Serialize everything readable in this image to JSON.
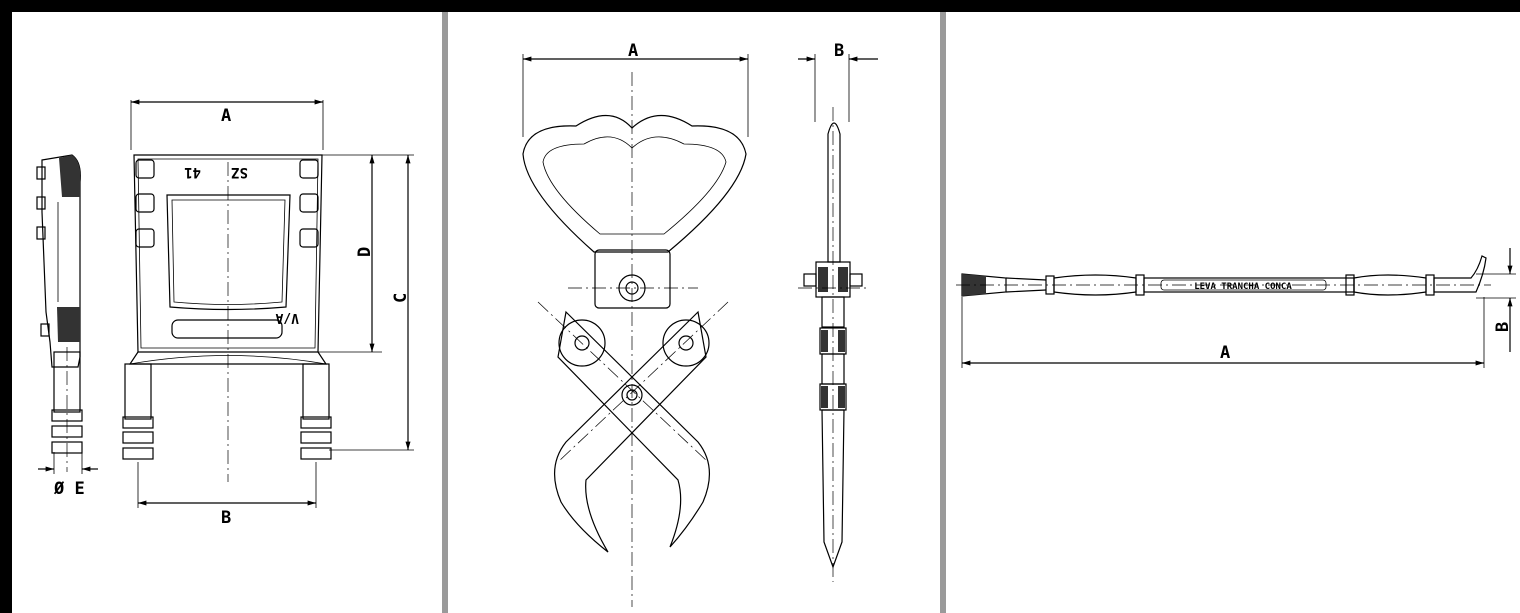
{
  "drawing_1": {
    "dim_a": "A",
    "dim_b": "B",
    "dim_c": "C",
    "dim_d": "D",
    "dim_e": "Ø E",
    "plate_text_1": "SZ",
    "plate_text_2": "41",
    "plate_mark": "V/A"
  },
  "drawing_2": {
    "dim_a": "A",
    "dim_b": "B"
  },
  "drawing_3": {
    "dim_a": "A",
    "dim_b": "B",
    "handle_text": "LEVA TRANCHA CONCA"
  },
  "colors": {
    "background": "#000000",
    "panel": "#ffffff",
    "divider": "#9a9a9a",
    "line": "#000000"
  }
}
